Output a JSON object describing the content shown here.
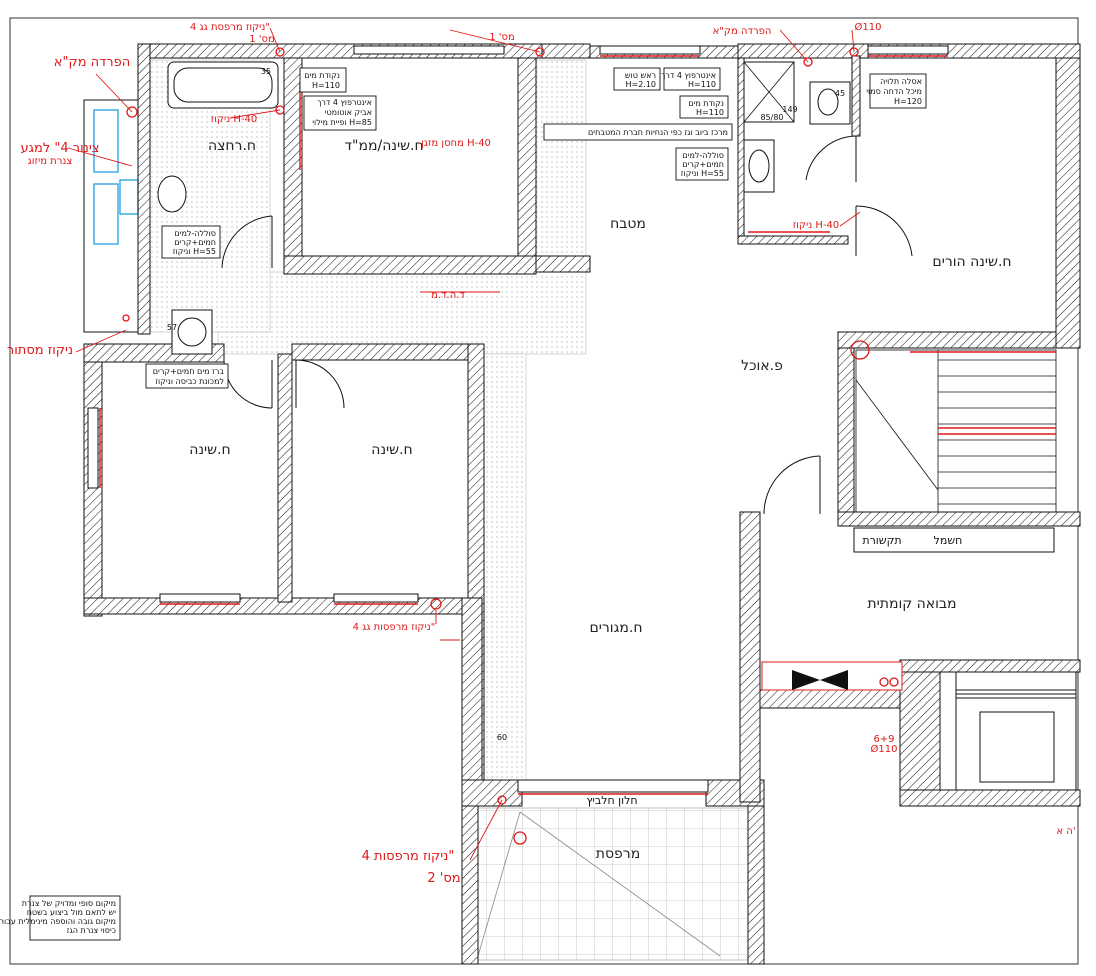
{
  "rooms": {
    "mamad": "ח.שינה/ממ\"ד",
    "kitchen": "מטבח",
    "parents": "ח.שינה הורים",
    "dining": "פ.אוכל",
    "bed1": "ח.שינה",
    "bed2": "ח.שינה",
    "living": "ח.מגורים",
    "entrance": "מבואה קומתית",
    "balcony": "מרפסת",
    "bath": "ח.רחצה",
    "comm": "תקשורת",
    "elec": "חשמל",
    "door_label": "חלון חלביץ"
  },
  "notes": {
    "water_point_1": "נקודת מים",
    "water_point_1h": "H=110",
    "intercom_1": "אינטרפוץ 4 דרך",
    "intercom_2": "אביק אוטומטי",
    "intercom_3": "ופיית מילוי H=85",
    "sink_1": "סוללה-למים",
    "sink_2": "חמים+קרים",
    "sink_3": "וניקוז H=55",
    "washer_1": "ברז מים חמים+קרים",
    "washer_2": "למכונת כביסה וניקוז",
    "shower_head": "ראש טוש",
    "shower_head_h": "H=2.10",
    "intercom_k1": "אינטרפוץ 4 דרך",
    "intercom_k2": "H=110",
    "water_point_2": "נקודת מים",
    "water_point_2h": "H=110",
    "gas_center": "מרכז ביוב וגז כפי הנחיות חברת המטבחים",
    "sink_k1": "סוללה-למים",
    "sink_k2": "חמים+קרים",
    "sink_k3": "וניקוז H=55",
    "toilet_1": "אסלה תלויה",
    "toilet_2": "מיכל הדחה סמוי",
    "toilet_3": "H=120",
    "dim_57": "57",
    "dim_60": "60",
    "dim_45": "45",
    "dim_8580": "85/80",
    "dim_149": "149",
    "dim_35": "35",
    "tag_69": "6+9",
    "tag_110": "Ø110",
    "legend_1": "מיקום סופי ומדויק של צנרת",
    "legend_2": "יש לתאם מול ביצוע בשטח",
    "legend_3": "מיקום גובה והוספה מינימלית עבור",
    "legend_4": "כיסוי צנרת הגז"
  },
  "red_notes": {
    "sep_top_left": "הפרדה מק\"א",
    "sep_top_right": "הפרדה מק\"א",
    "drain_top": "ניקוז מרפסת גג 4\"",
    "mes1": "מס' 1",
    "mes1b": "מס' 1",
    "drain_h40_a": "ניקוז H-40",
    "drain_h40_b": "ניקוז H-40",
    "pipe_4": "צינור 4\" למגע",
    "pipe_4b": "צנרת מיזוג",
    "hidden_drain": "ניקוז מסתור",
    "roof_drain": "ניקוז מרפסות גג 4\"",
    "balcony_drain": "ניקוז מרפסות 4\"",
    "mes2": "מס' 2",
    "ac_drain": "ד.ה.ד.מ",
    "ac_unit": "מחסן מזגן H-40",
    "pipe_110": "Ø110",
    "cut_a": "ה א'"
  }
}
